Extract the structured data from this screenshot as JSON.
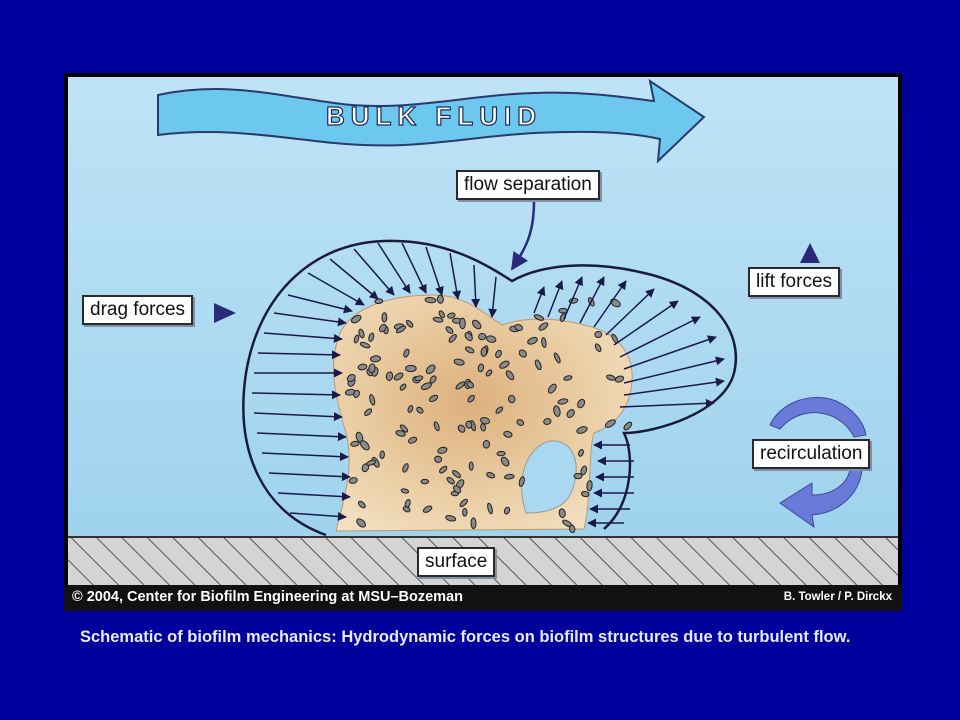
{
  "diagram": {
    "bulk_fluid": "BULK FLUID",
    "labels": {
      "flow_separation": "flow separation",
      "lift_forces": "lift forces",
      "drag_forces": "drag forces",
      "recirculation": "recirculation",
      "surface": "surface"
    },
    "copyright": "© 2004, Center for Biofilm Engineering at MSU–Bozeman",
    "credit": "B. Towler / P. Dirckx",
    "colors": {
      "fluid": "#a9d8f0",
      "arrow_fill": "#6cc8ee",
      "biofilm": "#e8c89a",
      "force_arrows": "#1a1a4a",
      "label_arrows": "#2a2a7a",
      "recirculation_arrow": "#6a7ad8"
    }
  },
  "caption": "Schematic of biofilm mechanics: Hydrodynamic forces on biofilm structures due to turbulent flow."
}
